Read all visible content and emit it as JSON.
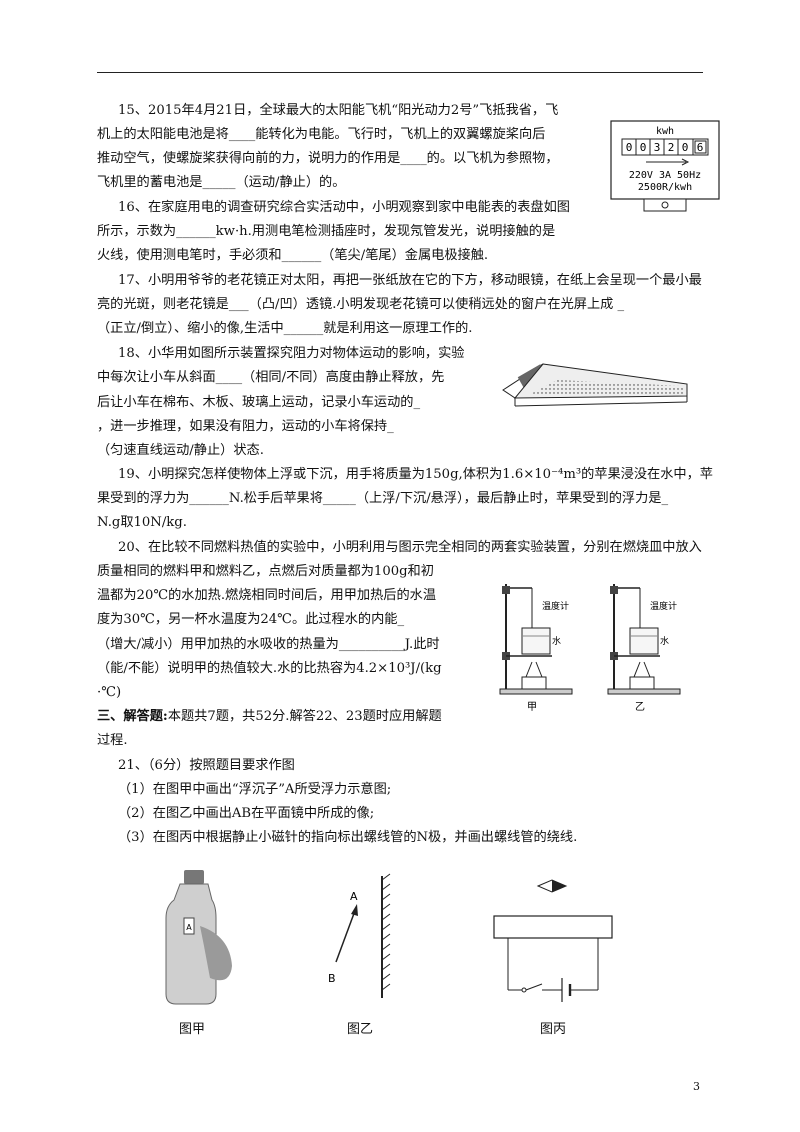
{
  "lines": [
    "15、2015年4月21日，全球最大的太阳能飞机“阳光动力2号”飞抵我省，飞",
    "机上的太阳能电池是将____能转化为电能。飞行时，飞机上的双翼螺旋桨向后",
    "推动空气，使螺旋桨获得向前的力，说明力的作用是____的。以飞机为参照物，",
    "飞机里的蓄电池是_____（运动/静止）的。",
    "16、在家庭用电的调查研究综合实活动中，小明观察到家中电能表的表盘如图",
    "所示，示数为______kw·h.用测电笔检测插座时，发现氖管发光，说明接触的是",
    "火线，使用测电笔时，手必须和______（笔尖/笔尾）金属电极接触.",
    "17、小明用爷爷的老花镜正对太阳，再把一张纸放在它的下方，移动眼镜，在纸上会呈现一个最小最",
    "亮的光斑，则老花镜是___（凸/凹）透镜.小明发现老花镜可以使稍远处的窗户在光屏上成 _",
    "（正立/倒立）、缩小的像,生活中______就是利用这一原理工作的.",
    "18、小华用如图所示装置探究阻力对物体运动的影响，实验",
    "中每次让小车从斜面____（相同/不同）高度由静止释放，先",
    "后让小车在棉布、木板、玻璃上运动，记录小车运动的_",
    "，进一步推理，如果没有阻力，运动的小车将保持_",
    "（匀速直线运动/静止）状态.",
    "19、小明探究怎样使物体上浮或下沉，用手将质量为150g,体积为1.6×10⁻⁴m³的苹果浸没在水中，苹",
    "果受到的浮力为______N.松手后苹果将_____（上浮/下沉/悬浮），最后静止时，苹果受到的浮力是_",
    "N.g取10N/kg.",
    "20、在比较不同燃料热值的实验中，小明利用与图示完全相同的两套实验装置，分别在燃烧皿中放入",
    "质量相同的燃料甲和燃料乙，点燃后对质量都为100g和初",
    "温都为20℃的水加热.燃烧相同时间后，用甲加热后的水温",
    "度为30℃，另一杯水温度为24℃。此过程水的内能_",
    "（增大/减小）用甲加热的水吸收的热量为__________J.此时",
    "（能/不能）说明甲的热值较大.水的比热容为4.2×10³J/(kg",
    "·℃)"
  ],
  "section3": {
    "title": "三、解答题:",
    "text1": "本题共7题，共52分.解答22、23题时应用解题",
    "text2": "过程."
  },
  "q21": {
    "title": "21、（6分）按照题目要求作图",
    "items": [
      "（1）在图甲中画出“浮沉子”A所受浮力示意图;",
      "（2）在图乙中画出AB在平面镜中所成的像;",
      "（3）在图丙中根据静止小磁针的指向标出螺线管的N极，并画出螺线管的绕线."
    ]
  },
  "meter": {
    "unit": "kwh",
    "digits": [
      "0",
      "0",
      "3",
      "2",
      "0",
      "6"
    ],
    "spec1": "220V 3A 50Hz",
    "spec2": "2500R/kwh"
  },
  "burner": {
    "thermo": "温度计",
    "water": "水",
    "cap_left": "甲",
    "cap_right": "乙"
  },
  "captions": {
    "fig_a": "图甲",
    "fig_b": "图乙",
    "fig_c": "图丙",
    "label_a": "A",
    "label_b": "B",
    "bottle_label": "A"
  },
  "page_number": "3"
}
